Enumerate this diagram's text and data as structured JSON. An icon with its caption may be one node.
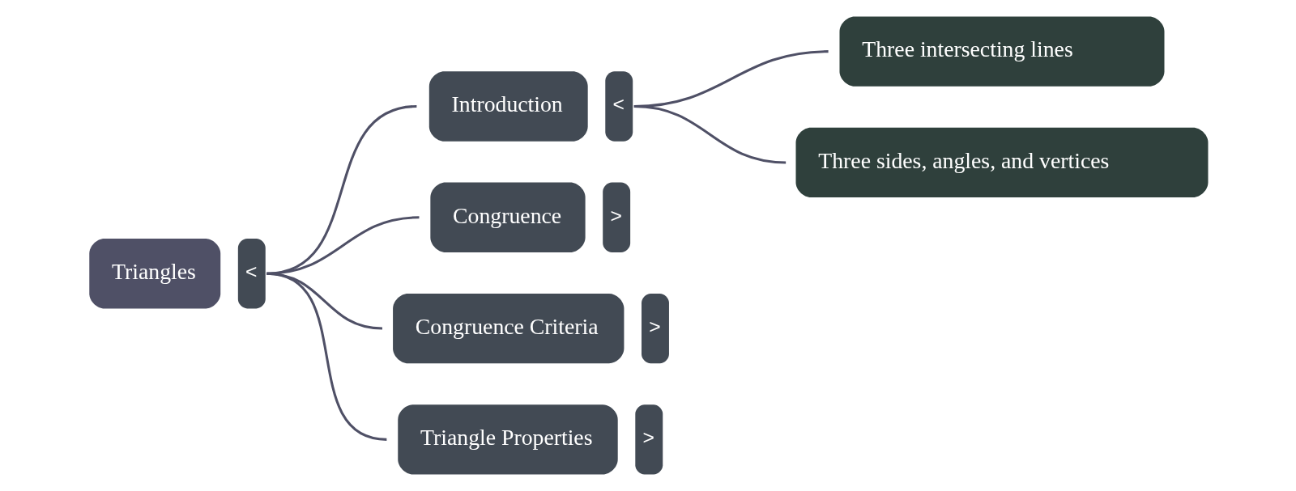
{
  "diagram": {
    "nodes": [
      {
        "text": [
          "Triangles"
        ],
        "beside": [
          "<"
        ]
      },
      {
        "text": [
          "Introduction"
        ],
        "beside": [
          "<"
        ]
      },
      {
        "text": [
          "Congruence"
        ],
        "beside": [
          ">"
        ]
      },
      {
        "text": [
          "Congruence Criteria"
        ],
        "beside": [
          ">"
        ]
      },
      {
        "text": [
          "Triangle Properties"
        ],
        "beside": [
          ">"
        ]
      },
      {
        "text": [
          "Three intersecting lines"
        ]
      },
      {
        "text": [
          "Three sides, angles, and vertices"
        ]
      }
    ],
    "edges": [
      {
        "from": 0,
        "to": 1,
        "arrow": "none"
      },
      {
        "from": 0,
        "to": 2,
        "arrow": "none"
      },
      {
        "from": 0,
        "to": 3,
        "arrow": "none"
      },
      {
        "from": 0,
        "to": 4,
        "arrow": "none"
      },
      {
        "from": 1,
        "to": 5,
        "arrow": "none"
      },
      {
        "from": 1,
        "to": 6,
        "arrow": "none"
      }
    ]
  }
}
